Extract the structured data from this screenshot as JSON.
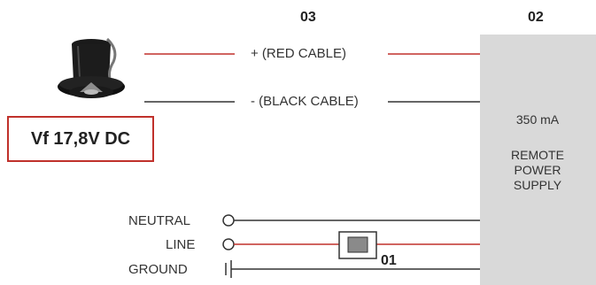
{
  "labels": {
    "num_03": "03",
    "num_02": "02",
    "num_01": "01",
    "red_cable": "+ (RED CABLE)",
    "black_cable": "- (BLACK CABLE)",
    "vf": "Vf 17,8V DC",
    "current": "350 mA",
    "supply_line1": "REMOTE",
    "supply_line2": "POWER",
    "supply_line3": "SUPPLY",
    "neutral": "NEUTRAL",
    "line": "LINE",
    "ground": "GROUND"
  },
  "colors": {
    "red_wire": "#c0312b",
    "black_wire": "#333333",
    "supply_fill": "#d9d9d9",
    "vf_border": "#c0312b"
  },
  "icons": {
    "downlight": "led-downlight-icon",
    "switch": "switch-icon",
    "terminal": "terminal-circle-icon",
    "ground": "ground-symbol-icon"
  }
}
